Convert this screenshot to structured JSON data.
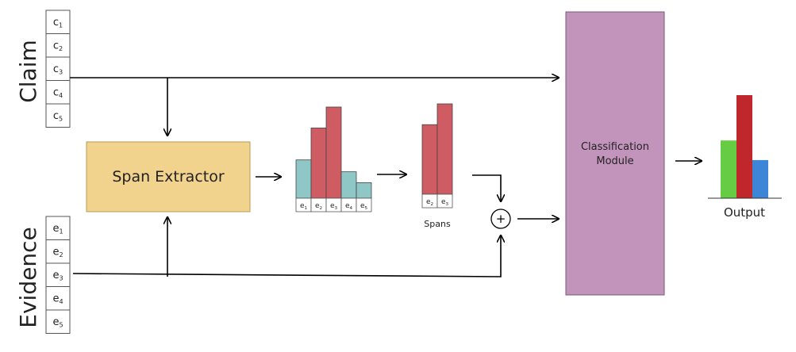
{
  "claim": {
    "label": "Claim",
    "tokens": [
      {
        "base": "c",
        "sub": "1"
      },
      {
        "base": "c",
        "sub": "2"
      },
      {
        "base": "c",
        "sub": "3"
      },
      {
        "base": "c",
        "sub": "4"
      },
      {
        "base": "c",
        "sub": "5"
      }
    ]
  },
  "evidence": {
    "label": "Evidence",
    "tokens": [
      {
        "base": "e",
        "sub": "1"
      },
      {
        "base": "e",
        "sub": "2"
      },
      {
        "base": "e",
        "sub": "3"
      },
      {
        "base": "e",
        "sub": "4"
      },
      {
        "base": "e",
        "sub": "5"
      }
    ]
  },
  "span_extractor": {
    "label": "Span Extractor"
  },
  "token_scores": {
    "tokens": [
      {
        "base": "e",
        "sub": "1",
        "score": 0.42,
        "highlight": false
      },
      {
        "base": "e",
        "sub": "2",
        "score": 0.77,
        "highlight": true
      },
      {
        "base": "e",
        "sub": "3",
        "score": 1.0,
        "highlight": true
      },
      {
        "base": "e",
        "sub": "4",
        "score": 0.29,
        "highlight": false
      },
      {
        "base": "e",
        "sub": "5",
        "score": 0.17,
        "highlight": false
      }
    ]
  },
  "spans": {
    "label": "Spans",
    "tokens": [
      {
        "base": "e",
        "sub": "2",
        "score": 0.77
      },
      {
        "base": "e",
        "sub": "3",
        "score": 1.0
      }
    ]
  },
  "combine": {
    "symbol": "+"
  },
  "classification": {
    "line1": "Classification",
    "line2": "Module"
  },
  "output": {
    "label": "Output",
    "values": [
      0.56,
      1.0,
      0.37
    ]
  },
  "colors": {
    "teal": "#8ec7c6",
    "red": "#cf5c63",
    "extractor": "#f1d38e",
    "classifier": "#c394bb",
    "green": "#66cc44",
    "darkred": "#c0272d",
    "blue": "#3d85d6"
  }
}
